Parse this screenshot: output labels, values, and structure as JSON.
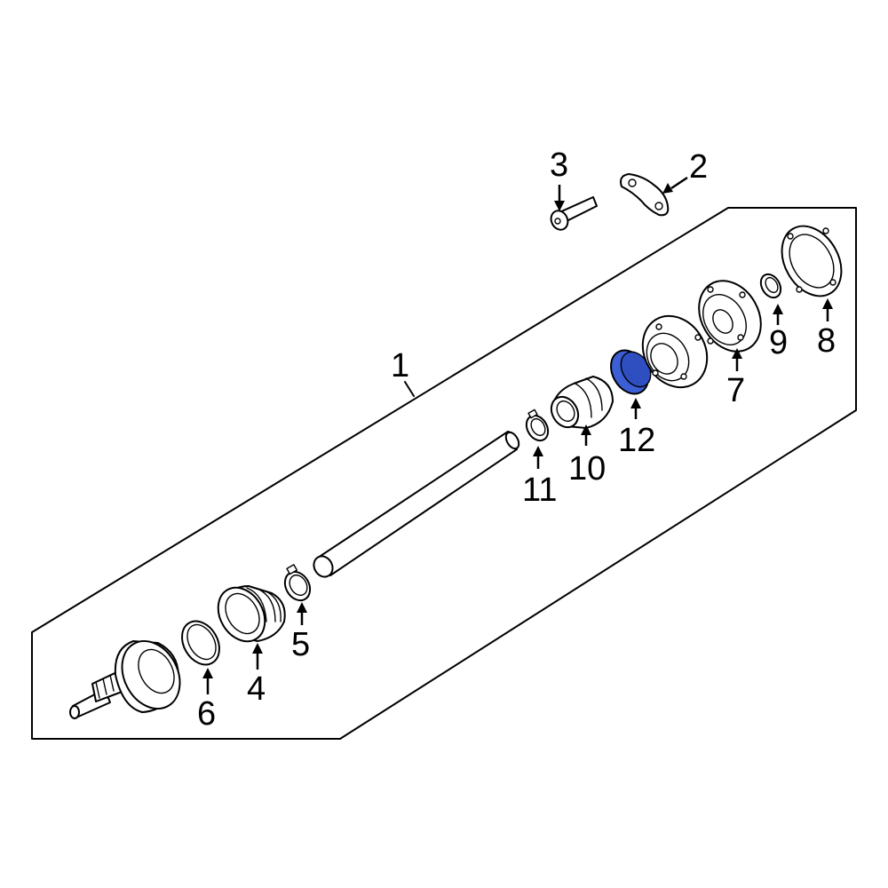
{
  "diagram": {
    "highlight_color": "#3d5fd6",
    "parts": [
      {
        "id": "part-1",
        "label": "1",
        "name": "axle-assembly"
      },
      {
        "id": "part-2",
        "label": "2",
        "name": "lock-plate"
      },
      {
        "id": "part-3",
        "label": "3",
        "name": "bolt"
      },
      {
        "id": "part-4",
        "label": "4",
        "name": "outer-boot"
      },
      {
        "id": "part-5",
        "label": "5",
        "name": "small-clamp-outer"
      },
      {
        "id": "part-6",
        "label": "6",
        "name": "large-clamp-outer"
      },
      {
        "id": "part-7",
        "label": "7",
        "name": "inner-joint"
      },
      {
        "id": "part-8",
        "label": "8",
        "name": "end-cover"
      },
      {
        "id": "part-9",
        "label": "9",
        "name": "snap-ring"
      },
      {
        "id": "part-10",
        "label": "10",
        "name": "inner-boot"
      },
      {
        "id": "part-11",
        "label": "11",
        "name": "small-clamp-inner"
      },
      {
        "id": "part-12",
        "label": "12",
        "name": "boot-clamp-highlighted"
      }
    ]
  }
}
